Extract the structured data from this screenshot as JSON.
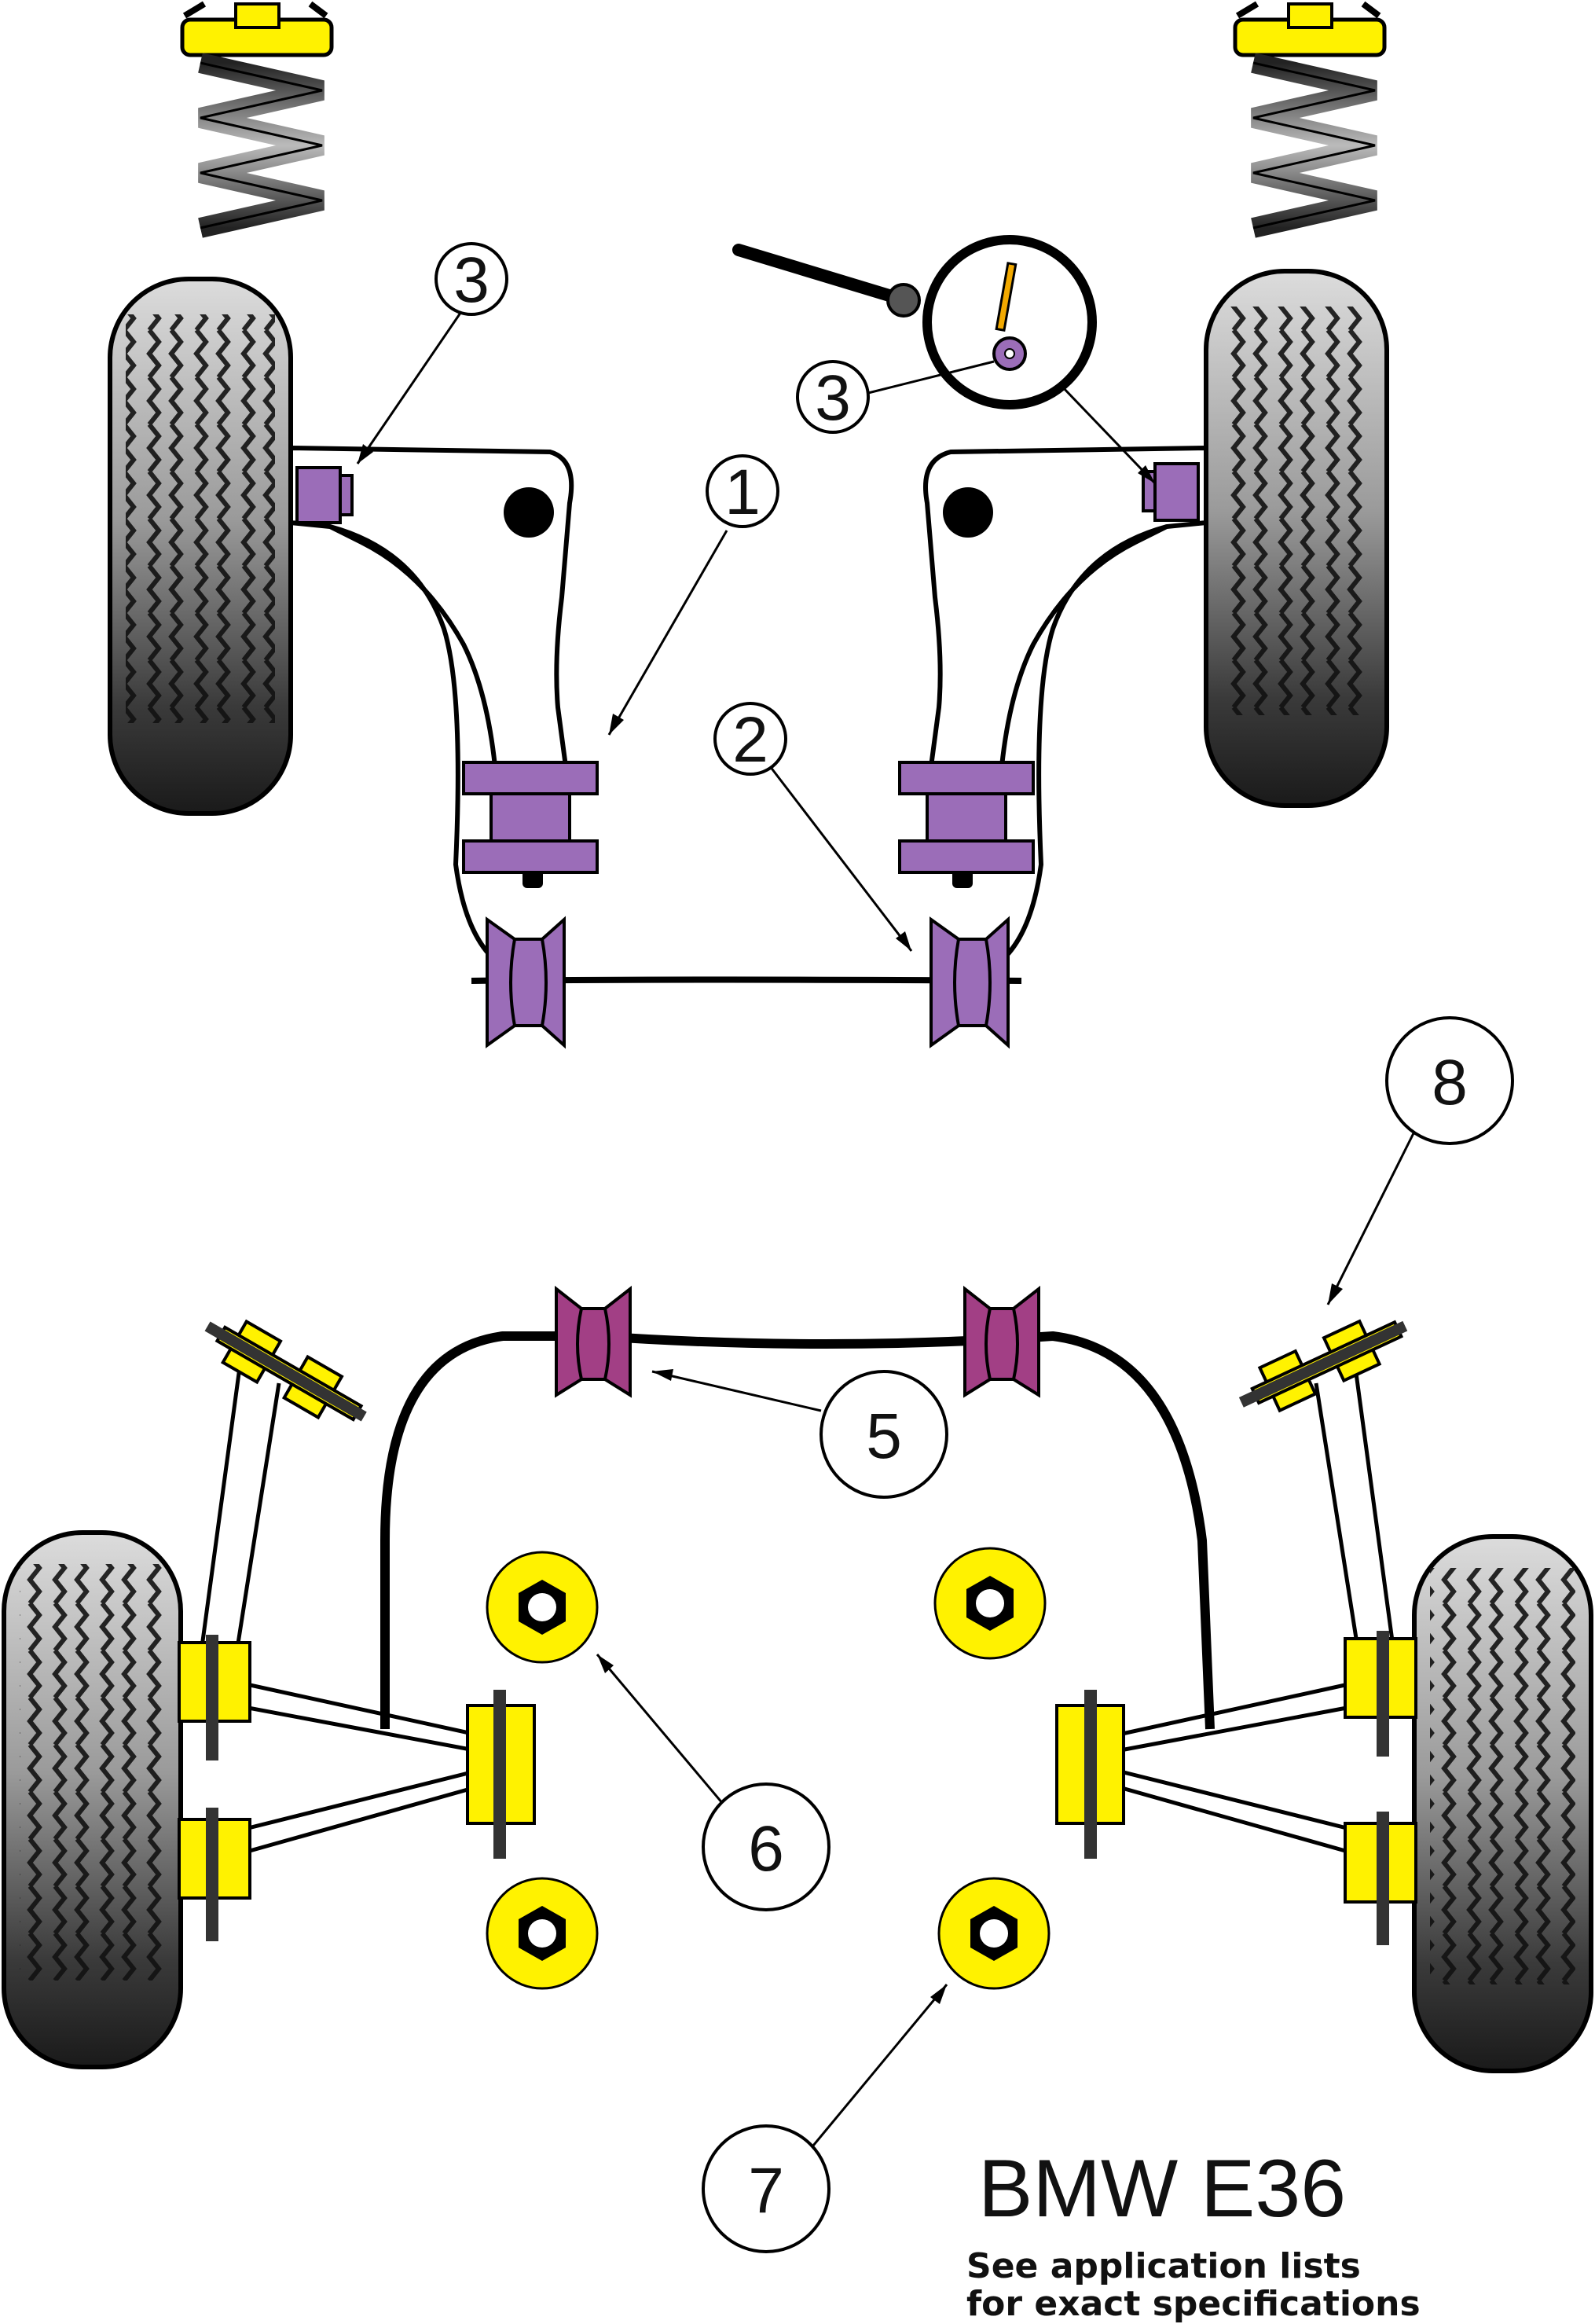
{
  "title": "BMW E36",
  "note": [
    "See application lists",
    "for exact specifications"
  ],
  "callouts": [
    {
      "id": "left-inner-front",
      "label": "3"
    },
    {
      "id": "right-inner-front",
      "label": "3"
    },
    {
      "id": "front-arm-rear",
      "label": "1"
    },
    {
      "id": "front-anti-roll",
      "label": "2"
    },
    {
      "id": "rear-anti-roll",
      "label": "5"
    },
    {
      "id": "rear-subframe-front",
      "label": "6"
    },
    {
      "id": "rear-subframe-rear",
      "label": "7"
    },
    {
      "id": "rear-trailing-arm",
      "label": "8"
    }
  ],
  "colors": {
    "purple": "#9b6db8",
    "purple_dark": "#7a4f96",
    "magenta": "#a23f85",
    "yellow": "#fff200",
    "tyre_dark": "#1e1e1e",
    "tyre_light": "#d8d8d8",
    "outline": "#000000"
  }
}
